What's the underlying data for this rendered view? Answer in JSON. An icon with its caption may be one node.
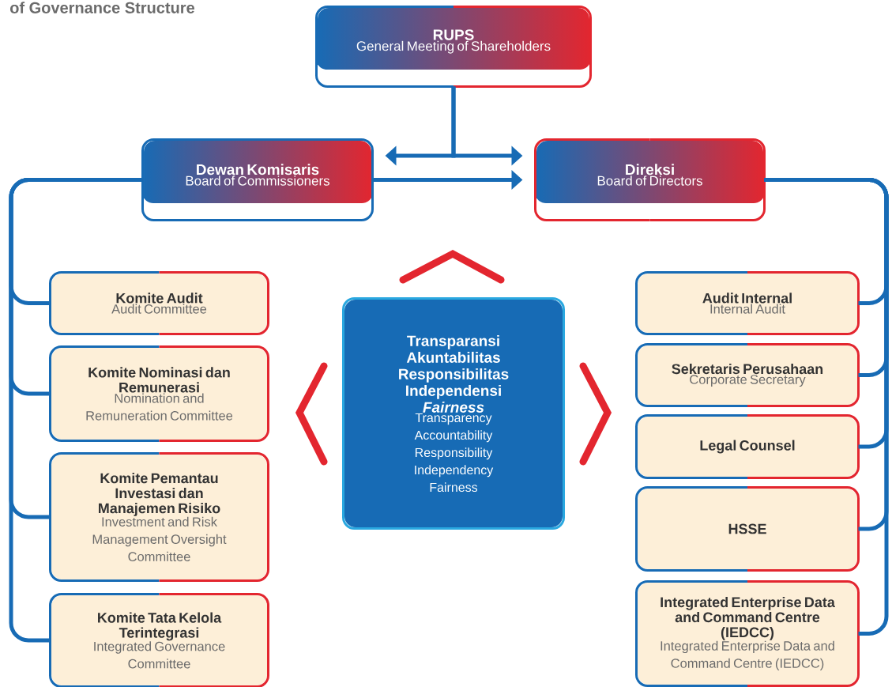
{
  "diagram": {
    "title": "of Governance Structure",
    "nodes": [
      {
        "text": [
          "RUPS",
          "General Meeting of Shareholders"
        ]
      },
      {
        "text": [
          "Dewan Komisaris",
          "Board of Commissioners"
        ]
      },
      {
        "text": [
          "Direksi",
          "Board of Directors"
        ]
      },
      {
        "text": [
          "Komite Audit",
          "Audit Committee"
        ]
      },
      {
        "text": [
          "Komite Nominasi dan Remunerasi",
          "Nomination and Remuneration Committee"
        ]
      },
      {
        "text": [
          "Komite Pemantau Investasi dan Manajemen Risiko",
          "Investment and Risk Management Oversight Committee"
        ]
      },
      {
        "text": [
          "Komite Tata Kelola Terintegrasi",
          "Integrated Governance Committee"
        ]
      },
      {
        "text": [
          "Transparansi Akuntabilitas Responsibilitas Independensi *Fairness*",
          "Transparency Accountability Responsibility Independency Fairness"
        ]
      },
      {
        "text": [
          "Audit Internal",
          "Internal Audit"
        ]
      },
      {
        "text": [
          "Sekretaris Perusahaan",
          "Corporate Secretary"
        ]
      },
      {
        "text": [
          "Legal Counsel"
        ]
      },
      {
        "text": [
          "HSSE"
        ]
      },
      {
        "text": [
          "Integrated Enterprise Data and Command Centre (IEDCC)",
          "Integrated Enterprise Data and Command Centre (IEDCC)"
        ]
      }
    ],
    "edges": [
      {
        "from": 0,
        "to": 1,
        "arrow": "to"
      },
      {
        "from": 0,
        "to": 2,
        "arrow": "to"
      },
      {
        "from": 1,
        "to": 2,
        "arrow": "to"
      },
      {
        "from": 1,
        "to": 3,
        "arrow": "none"
      },
      {
        "from": 1,
        "to": 4,
        "arrow": "none"
      },
      {
        "from": 1,
        "to": 5,
        "arrow": "none"
      },
      {
        "from": 1,
        "to": 6,
        "arrow": "none"
      },
      {
        "from": 2,
        "to": 8,
        "arrow": "none"
      },
      {
        "from": 2,
        "to": 9,
        "arrow": "none"
      },
      {
        "from": 2,
        "to": 10,
        "arrow": "none"
      },
      {
        "from": 2,
        "to": 11,
        "arrow": "none"
      },
      {
        "from": 2,
        "to": 12,
        "arrow": "none"
      }
    ]
  }
}
